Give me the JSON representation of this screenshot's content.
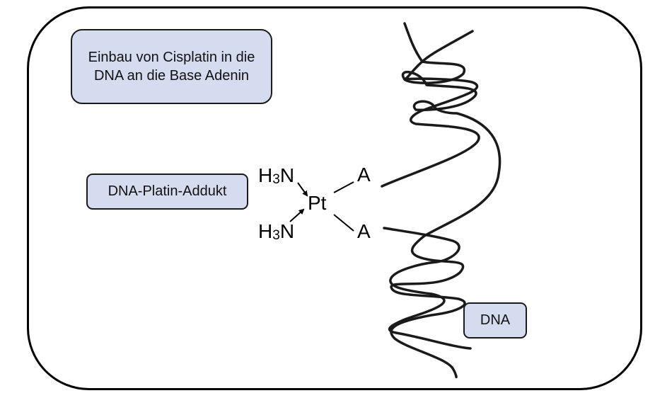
{
  "diagram": {
    "title_label": "Einbau von Cisplatin in die DNA an die Base Adenin",
    "adduct_label": "DNA-Platin-Addukt",
    "dna_label": "DNA",
    "molecule": {
      "center_atom": "Pt",
      "ligand_top": {
        "prefix": "H",
        "subscript": "3",
        "suffix": "N"
      },
      "ligand_bottom": {
        "prefix": "H",
        "subscript": "3",
        "suffix": "N"
      },
      "base_top": "A",
      "base_bottom": "A"
    },
    "colors": {
      "box_fill": "#d6dcef",
      "stroke": "#000000"
    }
  }
}
